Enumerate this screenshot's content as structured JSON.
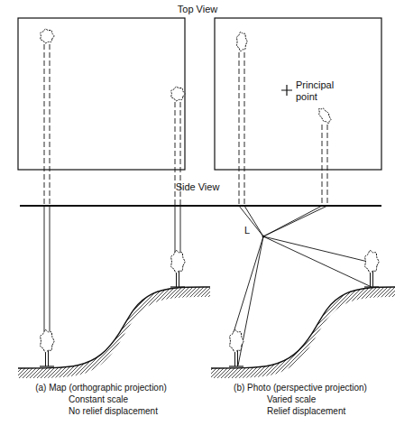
{
  "diagram": {
    "labels": [
      "Top View",
      "Principal point",
      "Side View",
      "L",
      "(a) Map (orthographic projection)",
      "Constant scale",
      "No relief displacement",
      "(b) Photo (perspective projection)",
      "Varied scale",
      "Relief displacement"
    ]
  }
}
